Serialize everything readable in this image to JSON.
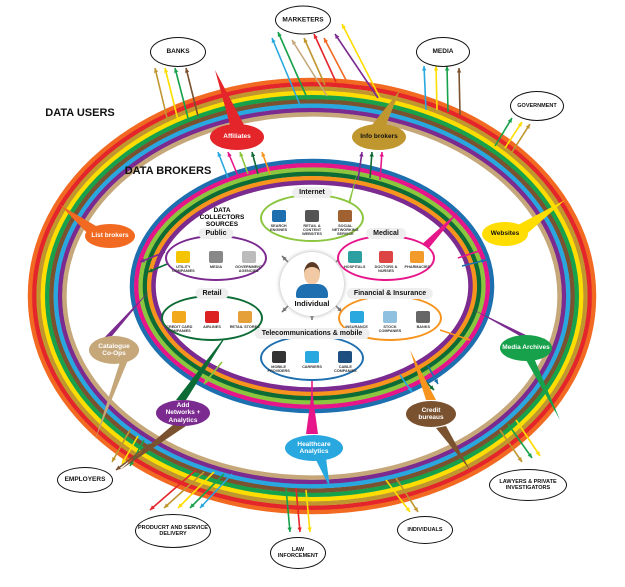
{
  "headings": {
    "data_users": "DATA USERS",
    "data_brokers": "DATA BROKERS",
    "collectors": "DATA COLLECTORS SOURCES"
  },
  "users": {
    "banks": "BANKS",
    "marketers": "MARKETERS",
    "media": "MEDIA",
    "government": "GOVERNMENT",
    "employers": "EMPLOYERS",
    "product": "PRODUCRT AND SERVICE DELIVERY",
    "law": "LAW INFORCEMENT",
    "individuals": "INDIVIDUALS",
    "lawyers": "LAWYERS & PRIVATE INVESTIGATORS"
  },
  "brokers": {
    "affiliates": "Affiliates",
    "info": "Info brokers",
    "list": "List brokers",
    "websites": "Websites",
    "catalogue": "Catalogue Co-Ops",
    "media_archives": "Media Archives",
    "add_networks": "Add Networks + Analytics",
    "credit": "Credit bureaus",
    "healthcare": "Healthcare Analytics"
  },
  "broker_colors": {
    "affiliates": "#e4252a",
    "info": "#c0962e",
    "list": "#f26a21",
    "websites": "#ffdd00",
    "catalogue": "#c5a77a",
    "media_archives": "#17a14a",
    "add_networks": "#7b2a8f",
    "credit": "#7b5230",
    "healthcare": "#29a8e0"
  },
  "collectors": {
    "internet": {
      "title": "Internet",
      "items": [
        "SEARCH ENGINES",
        "RETAIL & CONTENT WEBSITES",
        "SOCIAL NETWORKING SERVICE"
      ]
    },
    "public": {
      "title": "Public",
      "items": [
        "UTILITY COMPANIES",
        "MEDIA",
        "GOVERNMENT AGENCIES"
      ]
    },
    "medical": {
      "title": "Medical",
      "items": [
        "HOSPITALS",
        "DOCTORS & NURSES",
        "PHARMACIES"
      ]
    },
    "retail": {
      "title": "Retail",
      "items": [
        "CREDIT CARD COMPANIES",
        "AIRLINES",
        "RETAIL STORES"
      ]
    },
    "financial": {
      "title": "Financial & Insurance",
      "items": [
        "INSURANCE",
        "STOCK COMPANIES",
        "BANKS"
      ]
    },
    "telecom": {
      "title": "Telecommunications & mobile",
      "items": [
        "MOBILE PROVIDERS",
        "CARRIERS",
        "CABLE COMPANIES"
      ]
    }
  },
  "center": {
    "label": "Individual"
  }
}
